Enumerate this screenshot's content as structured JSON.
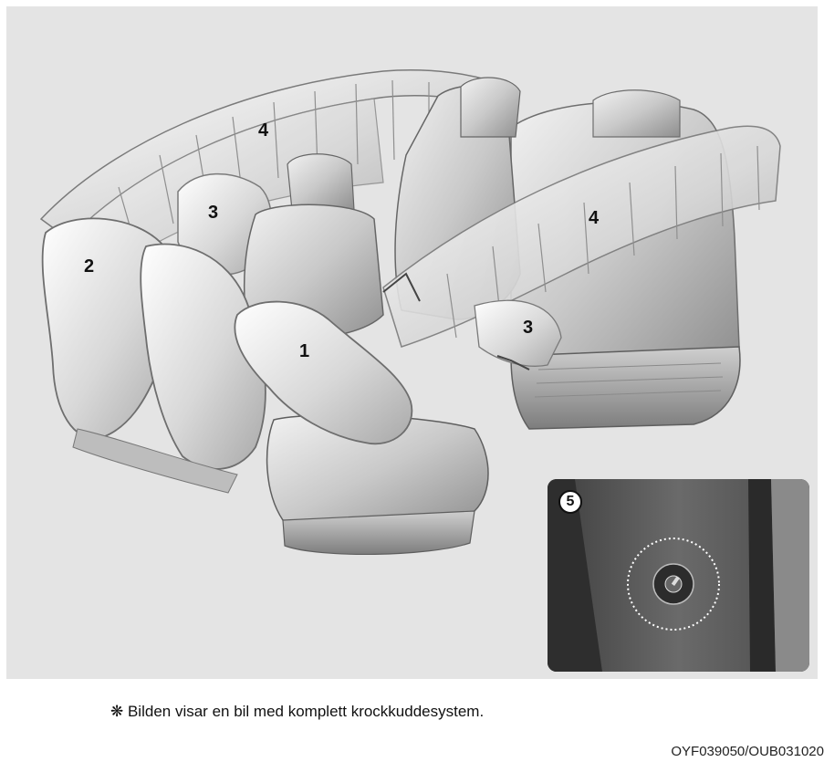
{
  "labels": {
    "front_driver": "1",
    "front_passenger": "2",
    "side_front": "3",
    "side_rear": "3",
    "curtain_left": "4",
    "curtain_right": "4",
    "switch": "5"
  },
  "caption": "❋ Bilden visar en bil med komplett krockkuddesystem.",
  "image_code": "OYF039050/OUB031020"
}
